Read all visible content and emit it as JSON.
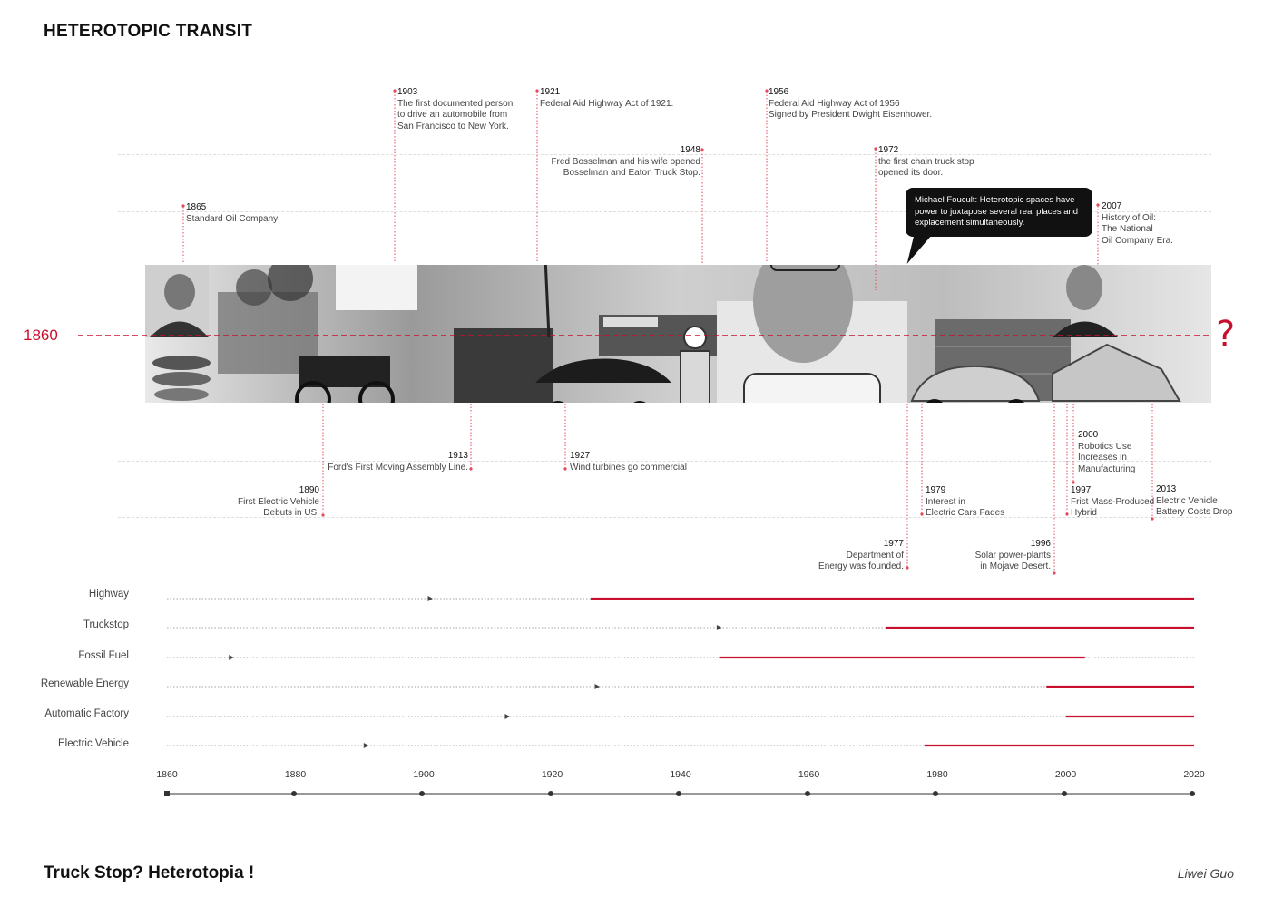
{
  "header": {
    "title": "HETEROTOPIC TRANSIT"
  },
  "footer": {
    "title": "Truck Stop? Heterotopia !",
    "author": "Liwei Guo"
  },
  "timeline": {
    "start_label": "1860",
    "end_label": "?"
  },
  "quote": {
    "text": "Michael Foucult: Heterotopic spaces have power to juxtapose several real places and explacement simultaneously."
  },
  "events": [
    {
      "id": "e1865",
      "year": "1865",
      "lines": [
        "Standard Oil Company"
      ]
    },
    {
      "id": "e1903",
      "year": "1903",
      "lines": [
        "The first documented person",
        "to drive an automobile from",
        "San Francisco to New York."
      ]
    },
    {
      "id": "e1921",
      "year": "1921",
      "lines": [
        "Federal Aid Highway Act of 1921."
      ]
    },
    {
      "id": "e1948",
      "year": "1948",
      "lines": [
        "Fred Bosselman and his wife opened",
        "Bosselman and Eaton Truck Stop."
      ]
    },
    {
      "id": "e1956",
      "year": "1956",
      "lines": [
        "Federal Aid Highway Act of 1956",
        "Signed by President Dwight Eisenhower."
      ]
    },
    {
      "id": "e1972",
      "year": "1972",
      "lines": [
        "the first chain truck stop",
        "opened its door."
      ]
    },
    {
      "id": "e2007",
      "year": "2007",
      "lines": [
        "History of Oil:",
        "The National",
        "Oil Company Era."
      ]
    },
    {
      "id": "e1913",
      "year": "1913",
      "lines": [
        "Ford's First Moving Assembly Line."
      ]
    },
    {
      "id": "e1927",
      "year": "1927",
      "lines": [
        "Wind turbines go commercial"
      ]
    },
    {
      "id": "e1890",
      "year": "1890",
      "lines": [
        "First Electric Vehicle",
        "Debuts in US."
      ]
    },
    {
      "id": "e1979",
      "year": "1979",
      "lines": [
        "Interest in",
        "Electric Cars Fades"
      ]
    },
    {
      "id": "e1977",
      "year": "1977",
      "lines": [
        "Department of",
        "Energy was founded."
      ]
    },
    {
      "id": "e1996",
      "year": "1996",
      "lines": [
        "Solar power-plants",
        "in Mojave Desert."
      ]
    },
    {
      "id": "e2000",
      "year": "2000",
      "lines": [
        "Robotics Use",
        "Increases in",
        "Manufacturing"
      ]
    },
    {
      "id": "e1997",
      "year": "1997",
      "lines": [
        "Frist Mass-Produced",
        "Hybrid"
      ]
    },
    {
      "id": "e2013",
      "year": "2013",
      "lines": [
        "Electric Vehicle",
        "Battery Costs Drop"
      ]
    }
  ],
  "chart_data": {
    "type": "timeline",
    "x_ticks": [
      1860,
      1880,
      1900,
      1920,
      1940,
      1960,
      1980,
      2000,
      2020
    ],
    "xlim": [
      1860,
      2020
    ],
    "categories": [
      {
        "name": "Highway",
        "dotted": [
          1860,
          2020
        ],
        "marker": 1901,
        "active": [
          [
            1926,
            2020
          ]
        ]
      },
      {
        "name": "Truckstop",
        "dotted": [
          1860,
          2020
        ],
        "marker": 1946,
        "active": [
          [
            1972,
            2020
          ]
        ]
      },
      {
        "name": "Fossil Fuel",
        "dotted": [
          1860,
          2020
        ],
        "marker": 1870,
        "active": [
          [
            1946,
            2003
          ]
        ]
      },
      {
        "name": "Renewable Energy",
        "dotted": [
          1860,
          2020
        ],
        "marker": 1927,
        "active": [
          [
            1997,
            2020
          ]
        ]
      },
      {
        "name": "Automatic Factory",
        "dotted": [
          1860,
          2020
        ],
        "marker": 1913,
        "active": [
          [
            2000,
            2020
          ]
        ]
      },
      {
        "name": "Electric Vehicle",
        "dotted": [
          1860,
          2020
        ],
        "marker": 1891,
        "active": [
          [
            1978,
            2020
          ]
        ]
      }
    ],
    "colors": {
      "active": "#c8102e",
      "dotted": "#888888",
      "axis": "#333333"
    }
  }
}
